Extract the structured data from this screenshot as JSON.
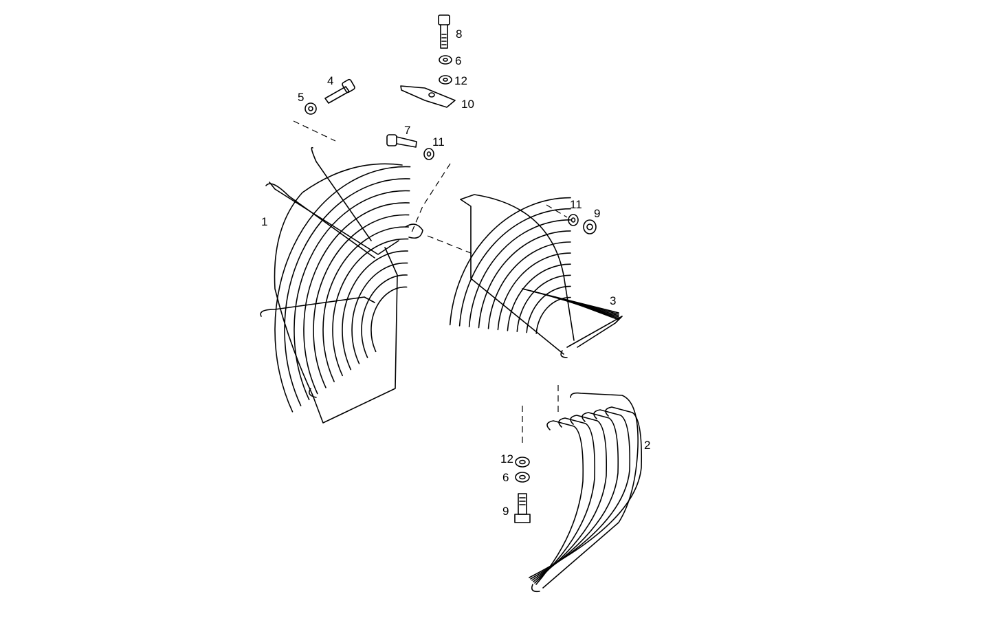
{
  "diagram": {
    "labels": [
      {
        "id": "1",
        "text": "1"
      },
      {
        "id": "2",
        "text": "2"
      },
      {
        "id": "3",
        "text": "3"
      },
      {
        "id": "4",
        "text": "4"
      },
      {
        "id": "5",
        "text": "5"
      },
      {
        "id": "6a",
        "text": "6"
      },
      {
        "id": "6b",
        "text": "6"
      },
      {
        "id": "7",
        "text": "7"
      },
      {
        "id": "8",
        "text": "8"
      },
      {
        "id": "9a",
        "text": "9"
      },
      {
        "id": "9b",
        "text": "9"
      },
      {
        "id": "10",
        "text": "10"
      },
      {
        "id": "11a",
        "text": "11"
      },
      {
        "id": "11b",
        "text": "11"
      },
      {
        "id": "12a",
        "text": "12"
      },
      {
        "id": "12b",
        "text": "12"
      }
    ],
    "line_color": "#000000",
    "background": "#ffffff"
  }
}
